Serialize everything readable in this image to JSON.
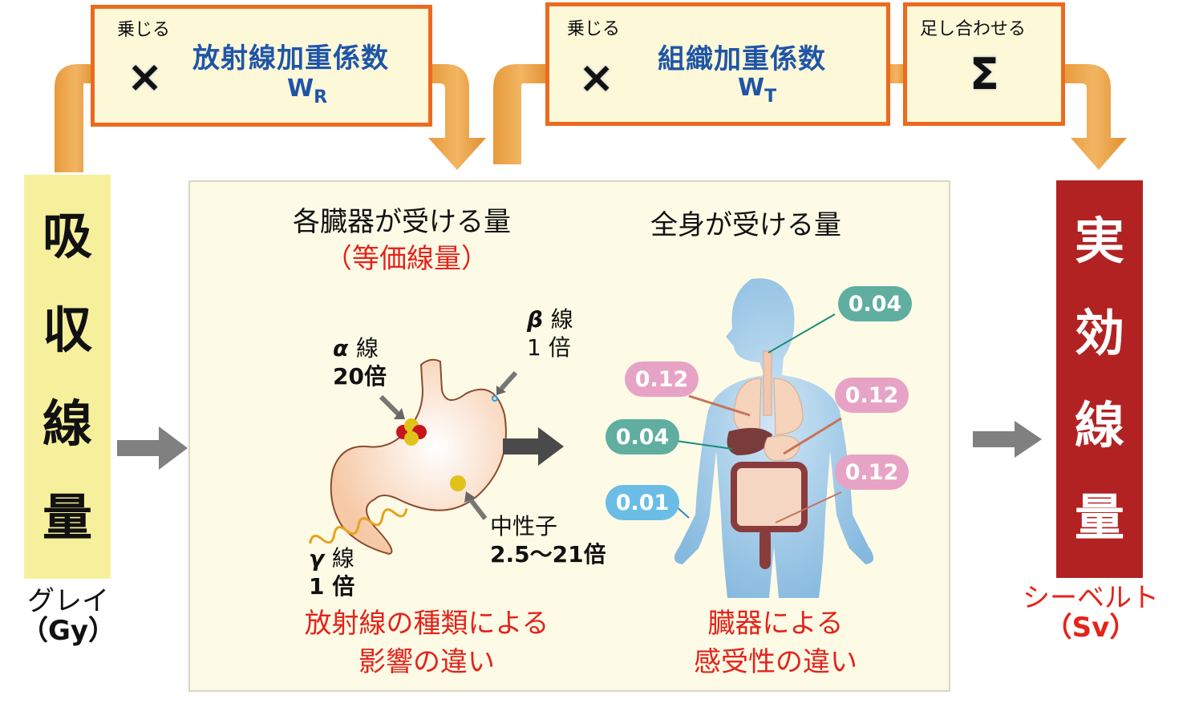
{
  "factors": [
    {
      "op_label": "乗じる",
      "symbol": "×",
      "title": "放射線加重係数",
      "sub_main": "W",
      "sub_index": "R"
    },
    {
      "op_label": "乗じる",
      "symbol": "×",
      "title": "組織加重係数",
      "sub_main": "W",
      "sub_index": "T"
    },
    {
      "op_label": "足し合わせる",
      "symbol": "Σ"
    }
  ],
  "absorbed": {
    "chars": [
      "吸",
      "収",
      "線",
      "量"
    ],
    "unit_name": "グレイ",
    "unit_symbol": "（Gy）",
    "bg": "#f6f09c"
  },
  "effective": {
    "chars": [
      "実",
      "効",
      "線",
      "量"
    ],
    "unit_name": "シーベルト",
    "unit_symbol": "（Sv）",
    "bg": "#b22222"
  },
  "panel": {
    "organ_heading": "各臓器が受ける量",
    "organ_subheading": "（等価線量）",
    "body_heading": "全身が受ける量",
    "radiation_types": [
      {
        "symbol": "α",
        "label": "線",
        "factor": "20倍"
      },
      {
        "symbol": "β",
        "label": "線",
        "factor": "1 倍"
      },
      {
        "symbol": "γ",
        "label": "線",
        "factor": "1 倍"
      },
      {
        "symbol": "",
        "label": "中性子",
        "factor": "2.5〜21倍"
      }
    ],
    "tissue_weights": [
      {
        "value": "0.04",
        "color": "#5fae9f",
        "organ": "thyroid"
      },
      {
        "value": "0.12",
        "color": "#e7a3c5",
        "organ": "lung"
      },
      {
        "value": "0.12",
        "color": "#e7a3c5",
        "organ": "stomach"
      },
      {
        "value": "0.04",
        "color": "#5fae9f",
        "organ": "liver"
      },
      {
        "value": "0.12",
        "color": "#e7a3c5",
        "organ": "colon"
      },
      {
        "value": "0.01",
        "color": "#6bbde6",
        "organ": "skin"
      }
    ],
    "caption_left": [
      "放射線の種類による",
      "影響の違い"
    ],
    "caption_right": [
      "臓器による",
      "感受性の違い"
    ]
  },
  "colors": {
    "accent_orange": "#ec6a1f",
    "arrow_orange": "#e7a04a",
    "title_blue": "#1f55a8",
    "red_text": "#e3241b"
  }
}
